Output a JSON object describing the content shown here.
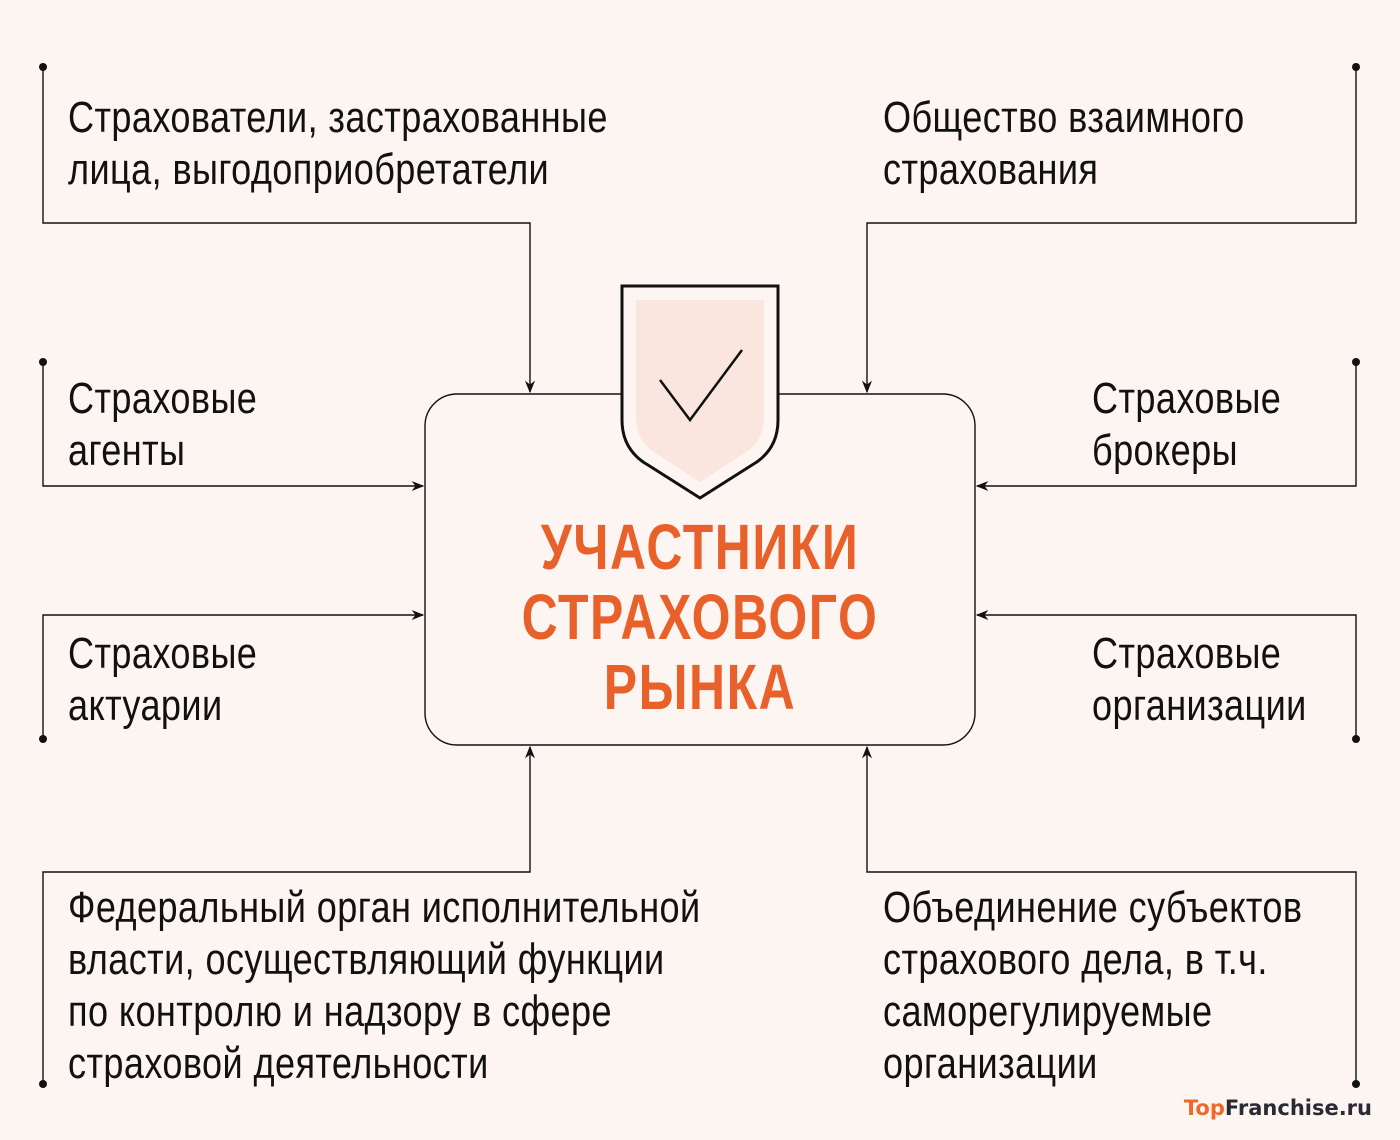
{
  "diagram": {
    "title": [
      "УЧАСТНИКИ",
      "СТРАХОВОГО",
      "РЫНКА"
    ],
    "center_icon": "shield-check-icon",
    "participants": [
      {
        "id": "policyholders",
        "lines": [
          "Страхователи, застрахованные",
          "лица, выгодоприобретатели"
        ],
        "position": "top-left"
      },
      {
        "id": "mutual-insurance",
        "lines": [
          "Общество взаимного",
          "страхования"
        ],
        "position": "top-right"
      },
      {
        "id": "agents",
        "lines": [
          "Страховые",
          "агенты"
        ],
        "position": "mid-left-upper"
      },
      {
        "id": "brokers",
        "lines": [
          "Страховые",
          "брокеры"
        ],
        "position": "mid-right-upper"
      },
      {
        "id": "actuaries",
        "lines": [
          "Страховые",
          "актуарии"
        ],
        "position": "mid-left-lower"
      },
      {
        "id": "organizations",
        "lines": [
          "Страховые",
          "организации"
        ],
        "position": "mid-right-lower"
      },
      {
        "id": "federal-authority",
        "lines": [
          "Федеральный орган исполнительной",
          "власти, осуществляющий функции",
          "по контролю и надзору в сфере",
          "страховой деятельности"
        ],
        "position": "bottom-left"
      },
      {
        "id": "associations",
        "lines": [
          "Объединение субъектов",
          "страхового дела, в т.ч.",
          "саморегулируемые",
          "организации"
        ],
        "position": "bottom-right"
      }
    ]
  },
  "brand": {
    "part1": "Top",
    "part2": "Franchise.ru"
  },
  "colors": {
    "background": "#fdf5f2",
    "accent": "#e8612a",
    "shield_fill": "#fbe6df",
    "line": "#111111"
  }
}
